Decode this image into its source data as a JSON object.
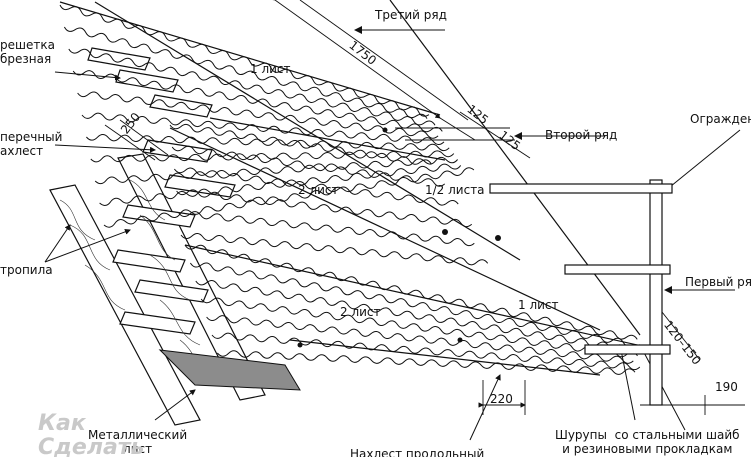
{
  "labels": {
    "third_row": "Третий ряд",
    "second_row": "Второй ряд",
    "first_row": "Первый ряд",
    "lathing": "решетка\nбрезная",
    "transverse_overlap": "перечный\nахлест",
    "rafters": "тропила",
    "metal_sheet": "Металлический\nлист",
    "fence": "Огражден",
    "screws": "Шурупы  со стальными шайб\nи резиновыми прокладкам",
    "longitudinal_overlap": "Нахлест продольный",
    "sheet_1_top": "1 лист",
    "sheet_2_mid": "2 лист",
    "sheet_half": "1/2 листа",
    "sheet_2_bottom": "2 лист",
    "sheet_1_bottom": "1 лист"
  },
  "dimensions": {
    "d1750": "1750",
    "d125a": "125",
    "d125b": "125",
    "d250": "250",
    "d120_150": "120–150",
    "d190": "190",
    "d220": "220"
  },
  "watermark": "Как\nСделать"
}
